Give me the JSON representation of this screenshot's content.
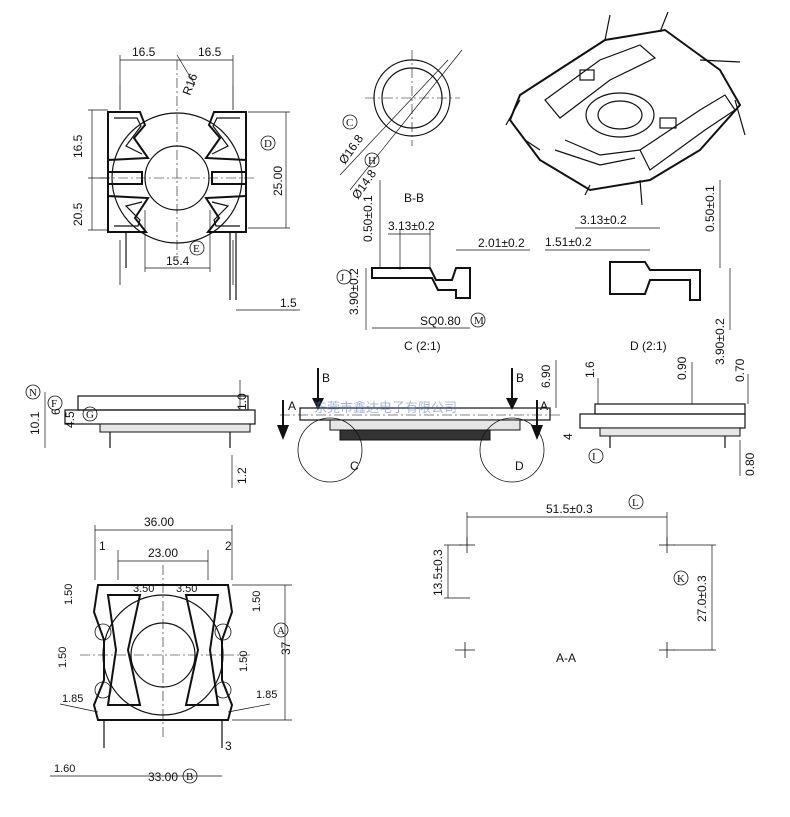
{
  "top_view": {
    "dims": {
      "w_left": "16.5",
      "w_right": "16.5",
      "radius": "R16",
      "h_top": "16.5",
      "h_bottom": "20.5",
      "h_total": "25.00",
      "bore": "15.4",
      "pin_offset": "1.5"
    },
    "tags": {
      "d": "D",
      "e": "E"
    }
  },
  "circle_detail": {
    "dia_outer": "Ø16.8",
    "dia_inner": "Ø14.8",
    "tags": {
      "c": "C",
      "h": "H"
    }
  },
  "section_bb": {
    "title": "B-B",
    "detail_c": {
      "dims": {
        "top": "0.50±0.1",
        "width": "3.13±0.2",
        "right": "2.01±0.2",
        "height": "3.90±0.2",
        "sq": "SQ0.80"
      },
      "tags": {
        "j": "J",
        "m": "M"
      },
      "label": "C (2:1)"
    },
    "detail_d": {
      "dims": {
        "width": "3.13±0.2",
        "left": "1.51±0.2",
        "top": "0.50±0.1",
        "height": "3.90±0.2"
      },
      "label": "D (2:1)"
    }
  },
  "side_left": {
    "dims": {
      "t1": "1.0",
      "t2": "6",
      "t3": "4.5",
      "total": "10.1",
      "pin": "1.2"
    },
    "tags": {
      "n": "N",
      "f": "F",
      "g": "G"
    }
  },
  "front_section": {
    "dims": {
      "height": "6.90"
    },
    "labels": {
      "b_left": "B",
      "b_right": "B",
      "a_left": "A",
      "a_right": "A",
      "c": "C",
      "d": "D"
    },
    "watermark": "东莞市鑫达电子有限公司"
  },
  "side_right": {
    "dims": {
      "d1": "1.6",
      "d2": "0.90",
      "d3": "0.70",
      "d4": "4",
      "d5": "0.80"
    },
    "tags": {
      "i": "I"
    }
  },
  "bottom_view": {
    "dims": {
      "width_outer": "36.00",
      "width_inner": "23.00",
      "slot_l": "3.50",
      "slot_r": "3.50",
      "pitch_l": "1.50",
      "pitch_r": "1.50",
      "pitch_l2": "1.50",
      "pitch_r2": "1.50",
      "chamfer_l": "1.85",
      "chamfer_r": "1.85",
      "height": "37",
      "pin_w": "1.60",
      "width_pins": "33.00"
    },
    "pins": {
      "p1": "1",
      "p2": "2",
      "p3": "3"
    },
    "tags": {
      "a": "A",
      "b": "B"
    }
  },
  "section_aa": {
    "title": "A-A",
    "dims": {
      "width": "51.5±0.3",
      "offset": "13.5±0.3",
      "height": "27.0±0.3"
    },
    "tags": {
      "l": "L",
      "k": "K"
    }
  }
}
